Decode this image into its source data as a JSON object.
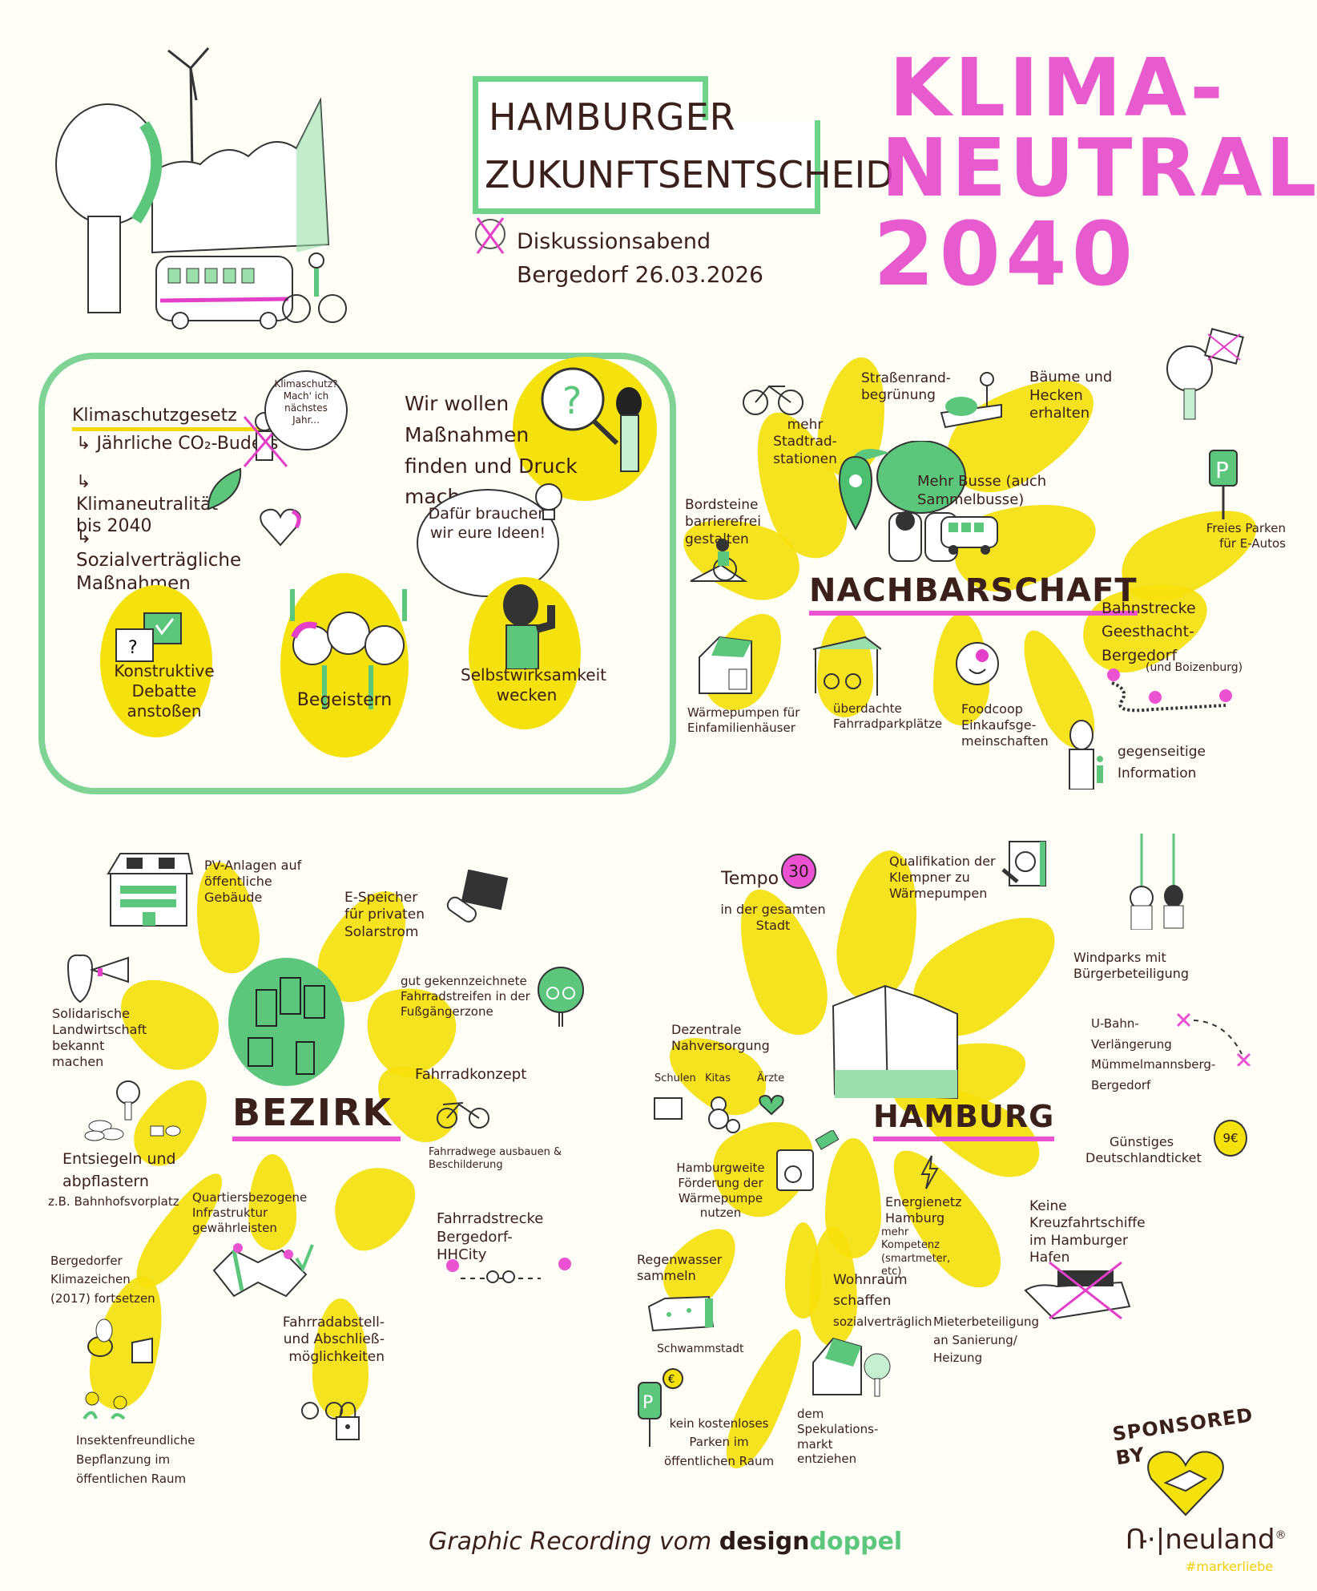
{
  "header": {
    "title_line1": "HAMBURGER",
    "title_line2": "ZUKUNFTSENTSCHEID",
    "event_line1": "Diskussionsabend",
    "event_line2": "Bergedorf 26.03.2026",
    "slogan_line1": "KLIMA-",
    "slogan_line2": "NEUTRAL",
    "slogan_line3": "2040"
  },
  "intro": {
    "law_heading": "Klimaschutzgesetz",
    "law_items": [
      "Jährliche CO₂-Budets",
      "Klimaneutralität bis 2040",
      "Sozialverträgliche Maßnahmen"
    ],
    "speech_bubble": "Klimaschutz? Mach' ich nächstes Jahr...",
    "goal_text": "Wir wollen Maßnahmen finden und Druck machen!",
    "ideas_bubble": "Dafür brauchen wir eure Ideen!",
    "circles": [
      {
        "label": "Konstruktive Debatte anstoßen"
      },
      {
        "label": "Begeistern"
      },
      {
        "label": "Selbstwirksamkeit wecken"
      }
    ]
  },
  "nachbarschaft": {
    "title": "NACHBARSCHAFT",
    "items": [
      {
        "label": "mehr Stadtrad-stationen"
      },
      {
        "label": "Straßenrand-begrünung"
      },
      {
        "label": "Bäume und Hecken erhalten"
      },
      {
        "label": "Bordsteine barrierefrei gestalten"
      },
      {
        "label": "Mehr Busse (auch Sammelbusse)"
      },
      {
        "label": "Freies Parken für E-Autos"
      },
      {
        "label": "Bahnstrecke Geesthacht-Bergedorf",
        "note": "(und Boizenburg)"
      },
      {
        "label": "Wärmepumpen für Einfamilienhäuser"
      },
      {
        "label": "überdachte Fahrradparkplätze"
      },
      {
        "label": "Foodcoop Einkaufsge-meinschaften"
      },
      {
        "label": "gegenseitige Information"
      }
    ]
  },
  "bezirk": {
    "title": "BEZIRK",
    "items": [
      {
        "label": "PV-Anlagen auf öffentliche Gebäude"
      },
      {
        "label": "E-Speicher für privaten Solarstrom"
      },
      {
        "label": "Solidarische Landwirtschaft bekannt machen"
      },
      {
        "label": "gut gekennzeichnete Fahrradstreifen in der Fußgängerzone"
      },
      {
        "label": "Fahrradkonzept",
        "note": "Fahrradwege ausbauen & Beschilderung"
      },
      {
        "label": "Entsiegeln und abpflastern",
        "note": "z.B. Bahnhofsvorplatz"
      },
      {
        "label": "Quartiersbezogene Infrastruktur gewährleisten"
      },
      {
        "label": "Bergedorfer Klimazeichen (2017) fortsetzen"
      },
      {
        "label": "Fahrradstrecke Bergedorf-HHCity"
      },
      {
        "label": "Fahrradabstell- und Abschließ-möglichkeiten"
      },
      {
        "label": "Insektenfreundliche Bepflanzung im öffentlichen Raum"
      }
    ]
  },
  "hamburg": {
    "title": "HAMBURG",
    "items": [
      {
        "label": "Tempo",
        "badge": "30",
        "note": "in der gesamten Stadt"
      },
      {
        "label": "Qualifikation der Klempner zu Wärmepumpen"
      },
      {
        "label": "Windparks mit Bürgerbeteiligung"
      },
      {
        "label": "Dezentrale Nahversorgung",
        "sub": [
          "Schulen",
          "Kitas",
          "Ärzte"
        ]
      },
      {
        "label": "U-Bahn-Verlängerung Mümmelmannsberg-Bergedorf"
      },
      {
        "label": "Günstiges Deutschlandticket",
        "badge": "9€"
      },
      {
        "label": "Hamburgweite Förderung der Wärmepumpe nutzen"
      },
      {
        "label": "Energienetz Hamburg",
        "note": "mehr Kompetenz (smartmeter, etc)"
      },
      {
        "label": "Keine Kreuzfahrtschiffe im Hamburger Hafen"
      },
      {
        "label": "Regenwasser sammeln",
        "note": "Schwammstadt"
      },
      {
        "label": "Wohnraum schaffen",
        "note": "sozialverträglich"
      },
      {
        "label": "Mieterbeteiligung an Sanierung/ Heizung"
      },
      {
        "label": "dem Spekulations-markt entziehen"
      },
      {
        "label": "kein kostenloses Parken im öffentlichen Raum"
      }
    ]
  },
  "footer": {
    "credit_prefix": "Graphic Recording vom",
    "brand_dark": "design",
    "brand_green": "doppel",
    "sponsored": "SPONSORED BY",
    "sponsor_name": "neuland",
    "sponsor_mark": "®",
    "hashtag": "#markerliebe"
  },
  "colors": {
    "yellow": "#f5e10c",
    "green": "#5cc77c",
    "pink": "#e43fc8",
    "ink": "#2b1a17"
  }
}
